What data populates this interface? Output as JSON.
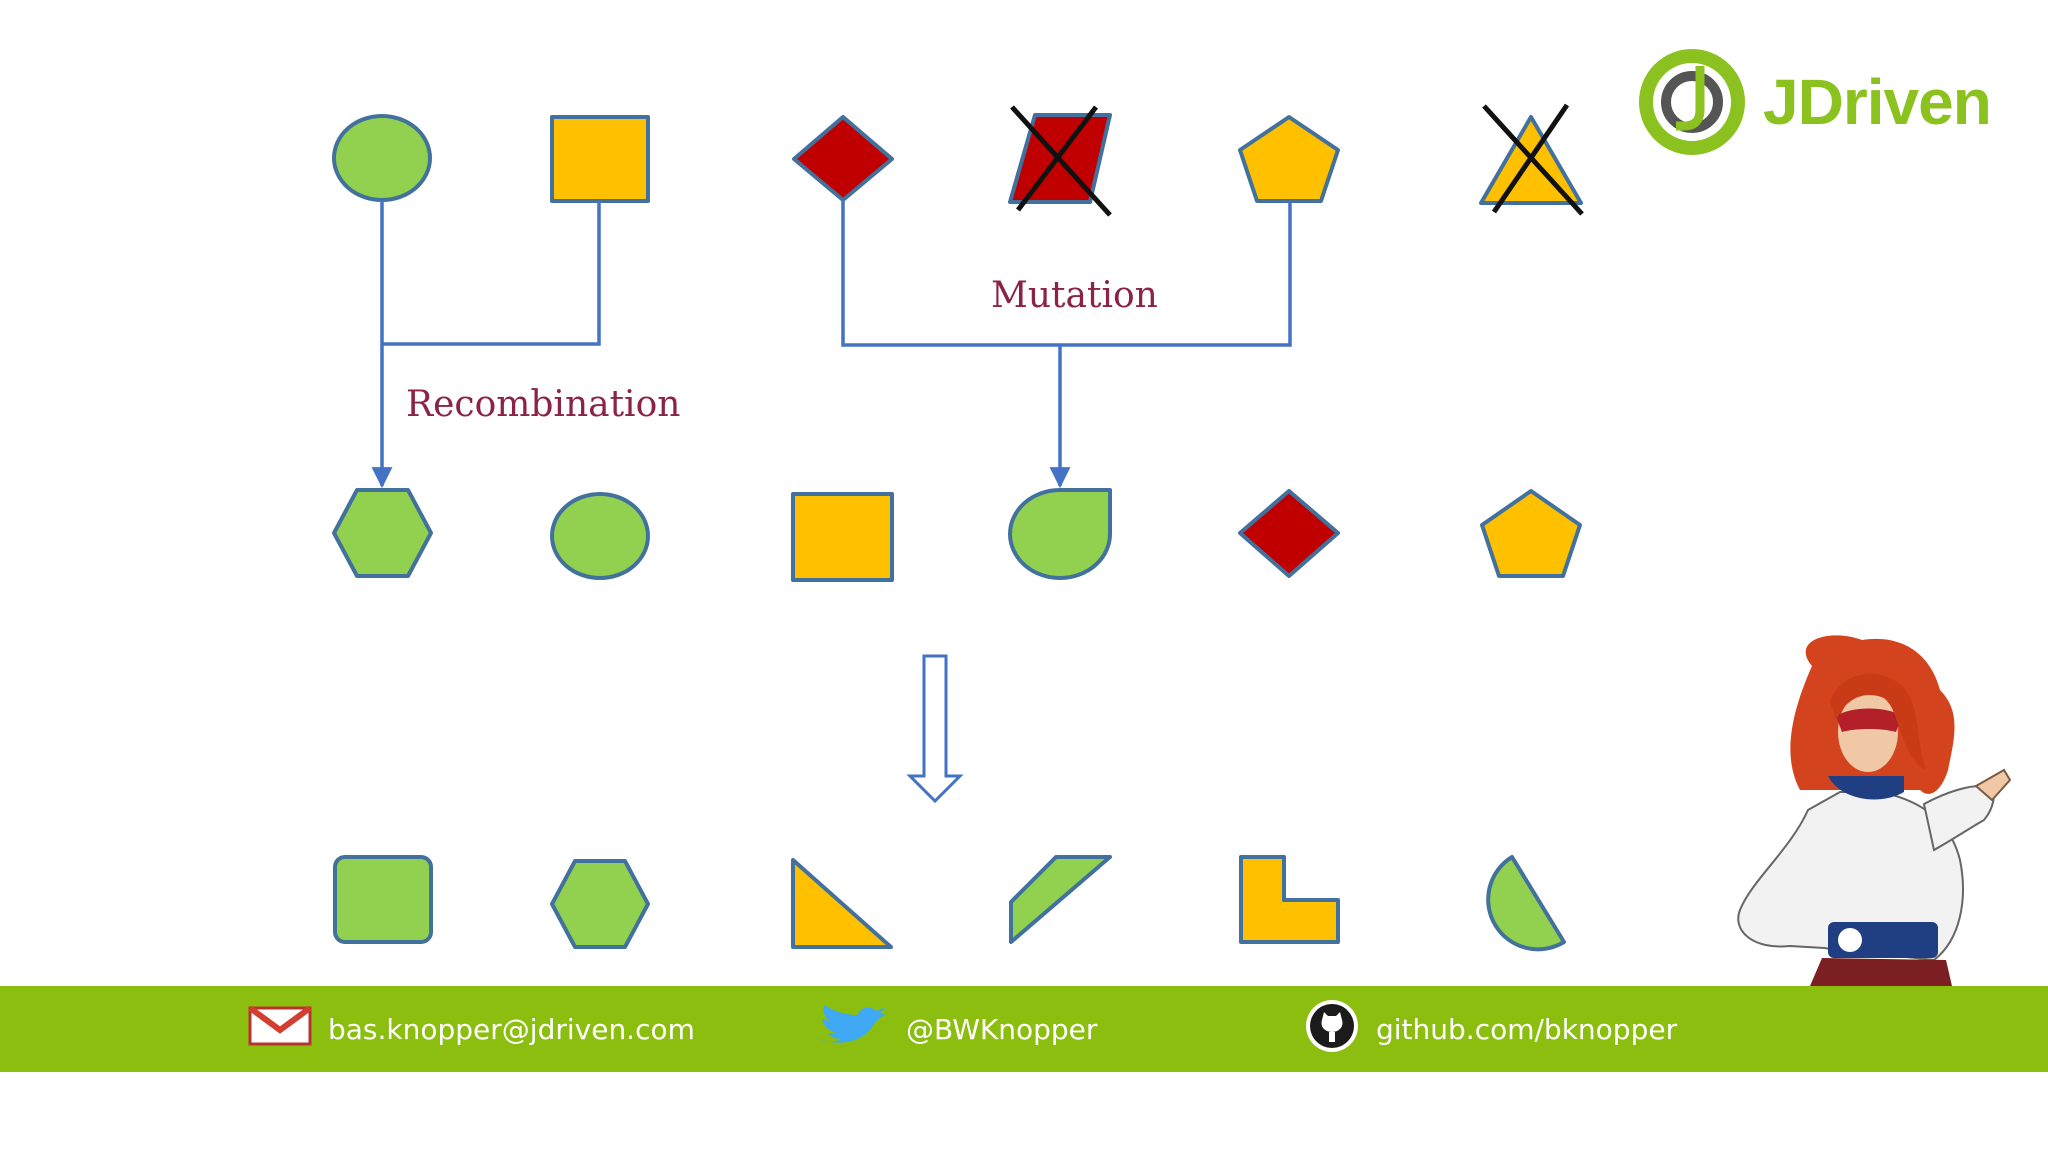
{
  "brand": {
    "name": "JDriven"
  },
  "labels": {
    "recombination": "Recombination",
    "mutation": "Mutation"
  },
  "rows": {
    "parents": [
      {
        "shape": "ellipse",
        "color": "green",
        "eliminated": false
      },
      {
        "shape": "square",
        "color": "yellow",
        "eliminated": false
      },
      {
        "shape": "diamond",
        "color": "red",
        "eliminated": false
      },
      {
        "shape": "parallelogram",
        "color": "red",
        "eliminated": true
      },
      {
        "shape": "pentagon",
        "color": "yellow",
        "eliminated": false
      },
      {
        "shape": "triangle",
        "color": "yellow",
        "eliminated": true
      }
    ],
    "offspring": [
      {
        "shape": "hexagon",
        "color": "green"
      },
      {
        "shape": "ellipse",
        "color": "green"
      },
      {
        "shape": "square",
        "color": "yellow"
      },
      {
        "shape": "teardrop",
        "color": "green"
      },
      {
        "shape": "diamond",
        "color": "red"
      },
      {
        "shape": "pentagon",
        "color": "yellow"
      }
    ],
    "next_generation": [
      {
        "shape": "rounded-square",
        "color": "green"
      },
      {
        "shape": "hexagon",
        "color": "green"
      },
      {
        "shape": "right-triangle",
        "color": "yellow"
      },
      {
        "shape": "parallelogram",
        "color": "green"
      },
      {
        "shape": "l-shape",
        "color": "yellow"
      },
      {
        "shape": "chord",
        "color": "green"
      }
    ]
  },
  "colors": {
    "green": "#92d050",
    "yellow": "#ffc000",
    "red": "#c00000",
    "outline": "#41719c",
    "footer": "#8cbe10",
    "label": "#8b2248"
  },
  "footer": {
    "email": {
      "icon": "gmail-icon",
      "text": "bas.knopper@jdriven.com"
    },
    "twitter": {
      "icon": "twitter-icon",
      "text": "@BWKnopper"
    },
    "github": {
      "icon": "github-icon",
      "text": "github.com/bknopper"
    }
  },
  "mascot": {
    "icon": "superhero-mascot-icon"
  }
}
